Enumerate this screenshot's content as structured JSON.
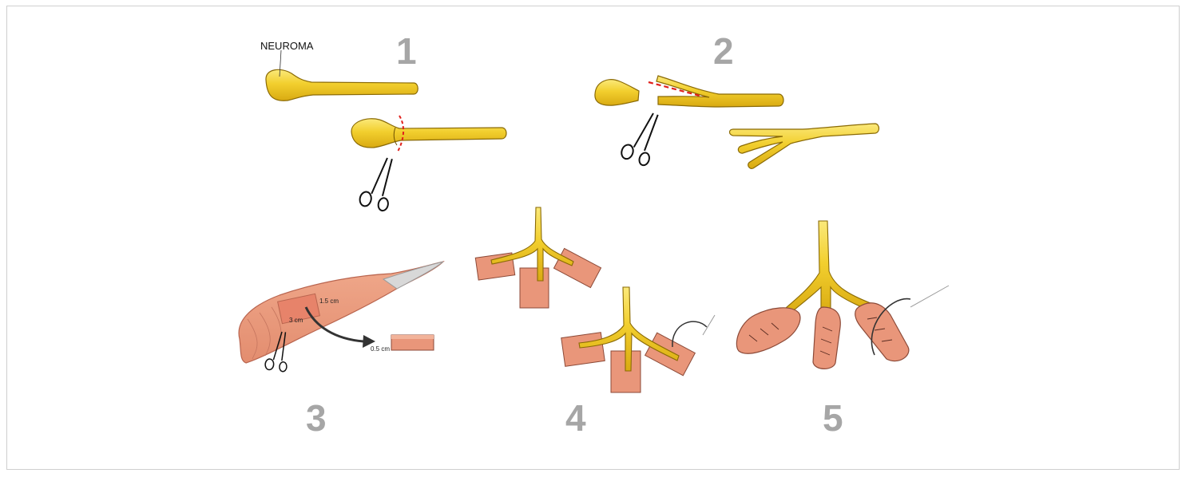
{
  "labels": {
    "neuroma": "NEUROMA",
    "dim_length": "1.5 cm",
    "dim_width": "3 cm",
    "dim_thickness": "0.5 cm"
  },
  "steps": [
    "1",
    "2",
    "3",
    "4",
    "5"
  ],
  "colors": {
    "nerve_fill": "#f2cf2e",
    "nerve_highlight": "#fbe97a",
    "muscle_fill": "#e9967a",
    "muscle_line": "#b9654f",
    "cut_line": "#e0201b",
    "step_number": "#a6a6a6",
    "frame_border": "#cfcfcf"
  },
  "icons": [
    "scissors-icon",
    "suture-needle-icon",
    "arrow-icon"
  ]
}
